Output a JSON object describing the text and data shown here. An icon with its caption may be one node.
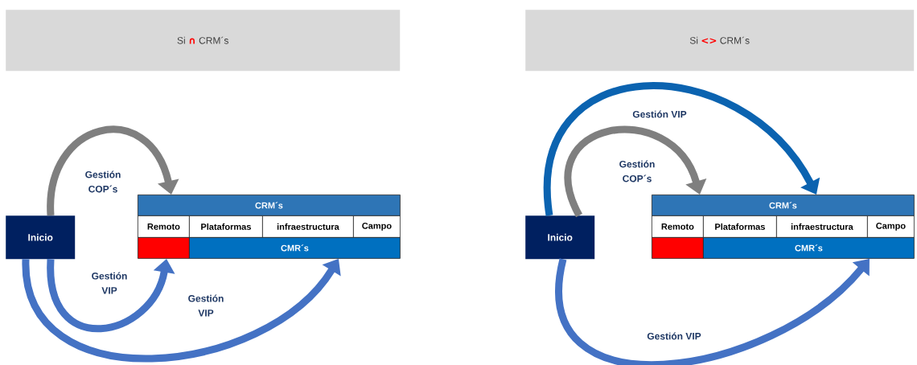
{
  "diagram": {
    "nodes": [
      {
        "text": [
          "Si",
          "∩",
          "CRM´s"
        ]
      },
      {
        "text": [
          "Inicio"
        ]
      },
      {
        "text": [
          "CRM´s"
        ]
      },
      {
        "text": [
          "Remoto"
        ]
      },
      {
        "text": [
          "Plataformas"
        ]
      },
      {
        "text": [
          "infraestructura"
        ]
      },
      {
        "text": [
          "Campo"
        ]
      },
      {
        "text": [],
        "shape": "box"
      },
      {
        "text": [
          "CMR´s"
        ]
      },
      {
        "text": [
          "Si",
          "<>",
          "CRM´s"
        ]
      },
      {
        "text": [
          "Inicio"
        ]
      },
      {
        "text": [
          "CRM´s"
        ]
      },
      {
        "text": [
          "Remoto"
        ]
      },
      {
        "text": [
          "Plataformas"
        ]
      },
      {
        "text": [
          "infraestructura"
        ]
      },
      {
        "text": [
          "Campo"
        ]
      },
      {
        "text": [],
        "shape": "box"
      },
      {
        "text": [
          "CMR´s"
        ]
      }
    ],
    "edges": [
      {
        "from": 1,
        "to": 2,
        "arrow": "to",
        "label": "Gestión COP´s",
        "color": "#7f7f7f"
      },
      {
        "from": 1,
        "to": 7,
        "arrow": "to",
        "label": "Gestión VIP"
      },
      {
        "from": 1,
        "to": 8,
        "arrow": "to",
        "label": "Gestión VIP"
      },
      {
        "from": 10,
        "to": 11,
        "arrow": "to",
        "label": "Gestión COP´s",
        "color": "#7f7f7f"
      },
      {
        "from": 10,
        "to": 11,
        "arrow": "to",
        "label": "Gestión VIP",
        "color": "#0b63b0"
      },
      {
        "from": 10,
        "to": 17,
        "arrow": "to",
        "label": "Gestión VIP"
      }
    ]
  }
}
